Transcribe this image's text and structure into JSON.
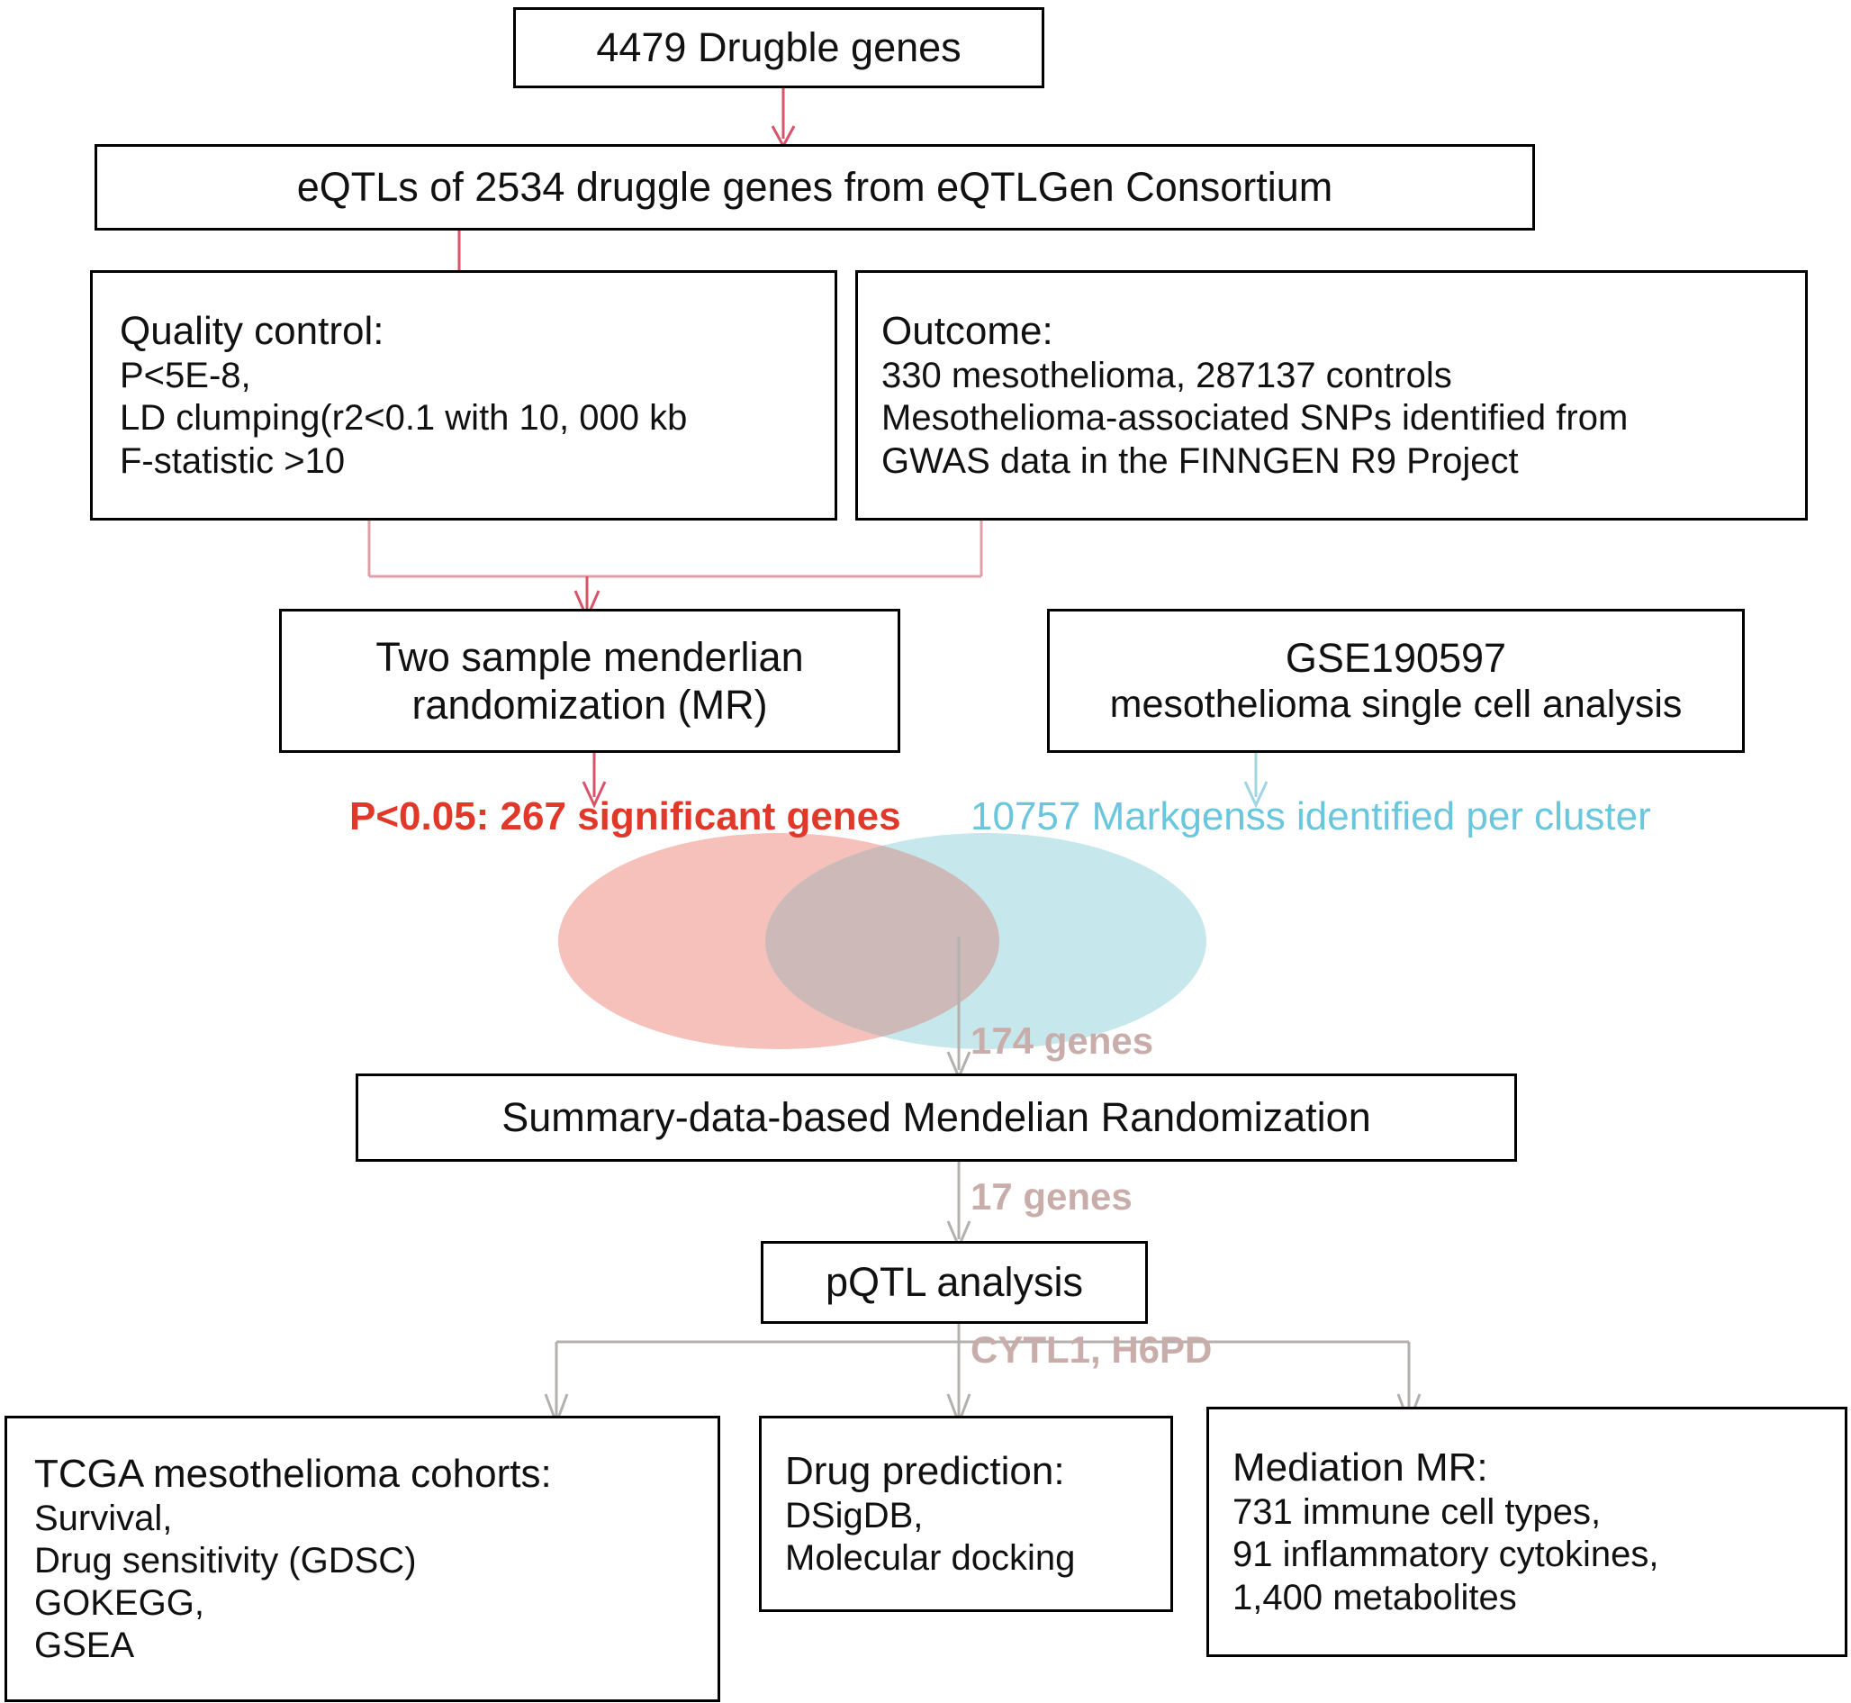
{
  "diagram": {
    "title": "Mesothelioma druggable gene Mendelian randomization study workflow",
    "colors": {
      "red_arrow": "#d9536a",
      "blue_arrow": "#9fd6e0",
      "gray_arrow": "#b3b0ae",
      "venn_left_fill": "#f5c1ba",
      "venn_right_fill": "#c6e7ec",
      "venn_overlap_fill": "#d0bbb8",
      "annot_red_text": "#e0392a",
      "annot_blue_text": "#69c6dd",
      "annot_gray_text": "#c9adaa",
      "box_border": "#000000"
    },
    "nodes": {
      "drugble_genes": {
        "lines": [
          "4479 Drugble genes"
        ]
      },
      "eqtls_source": {
        "lines": [
          "eQTLs of 2534 druggle genes from eQTLGen Consortium"
        ]
      },
      "quality_control": {
        "lines": [
          "Quality control:",
          "P<5E-8,",
          "LD clumping(r2<0.1 with 10, 000 kb",
          "F-statistic >10"
        ]
      },
      "outcome": {
        "lines": [
          "Outcome:",
          "330 mesothelioma, 287137 controls",
          "Mesothelioma-associated SNPs identified from",
          "GWAS data in the FINNGEN R9 Project"
        ]
      },
      "two_sample_mr": {
        "lines": [
          "Two sample menderlian",
          "randomization  (MR)"
        ]
      },
      "gse_dataset": {
        "lines": [
          "GSE190597",
          "mesothelioma single cell analysis"
        ]
      },
      "smr": {
        "lines": [
          "Summary-data-based Mendelian Randomization"
        ]
      },
      "pqtl": {
        "lines": [
          "pQTL analysis"
        ]
      },
      "tcga_cohorts": {
        "lines": [
          "TCGA mesothelioma cohorts:",
          "Survival,",
          "Drug sensitivity (GDSC)",
          "GOKEGG,",
          "GSEA"
        ]
      },
      "drug_prediction": {
        "lines": [
          "Drug prediction:",
          "DSigDB,",
          "Molecular docking"
        ]
      },
      "mediation_mr": {
        "lines": [
          "Mediation MR:",
          "731 immune cell types,",
          "91 inflammatory cytokines,",
          "1,400 metabolites"
        ]
      }
    },
    "annotations": {
      "mr_significant": "P<0.05: 267 significant genes",
      "markers_per_cluster": "10757 Markgenss identified per cluster",
      "venn_intersection": "174 genes",
      "smr_output": "17 genes",
      "pqtl_output": "CYTL1, H6PD"
    }
  }
}
